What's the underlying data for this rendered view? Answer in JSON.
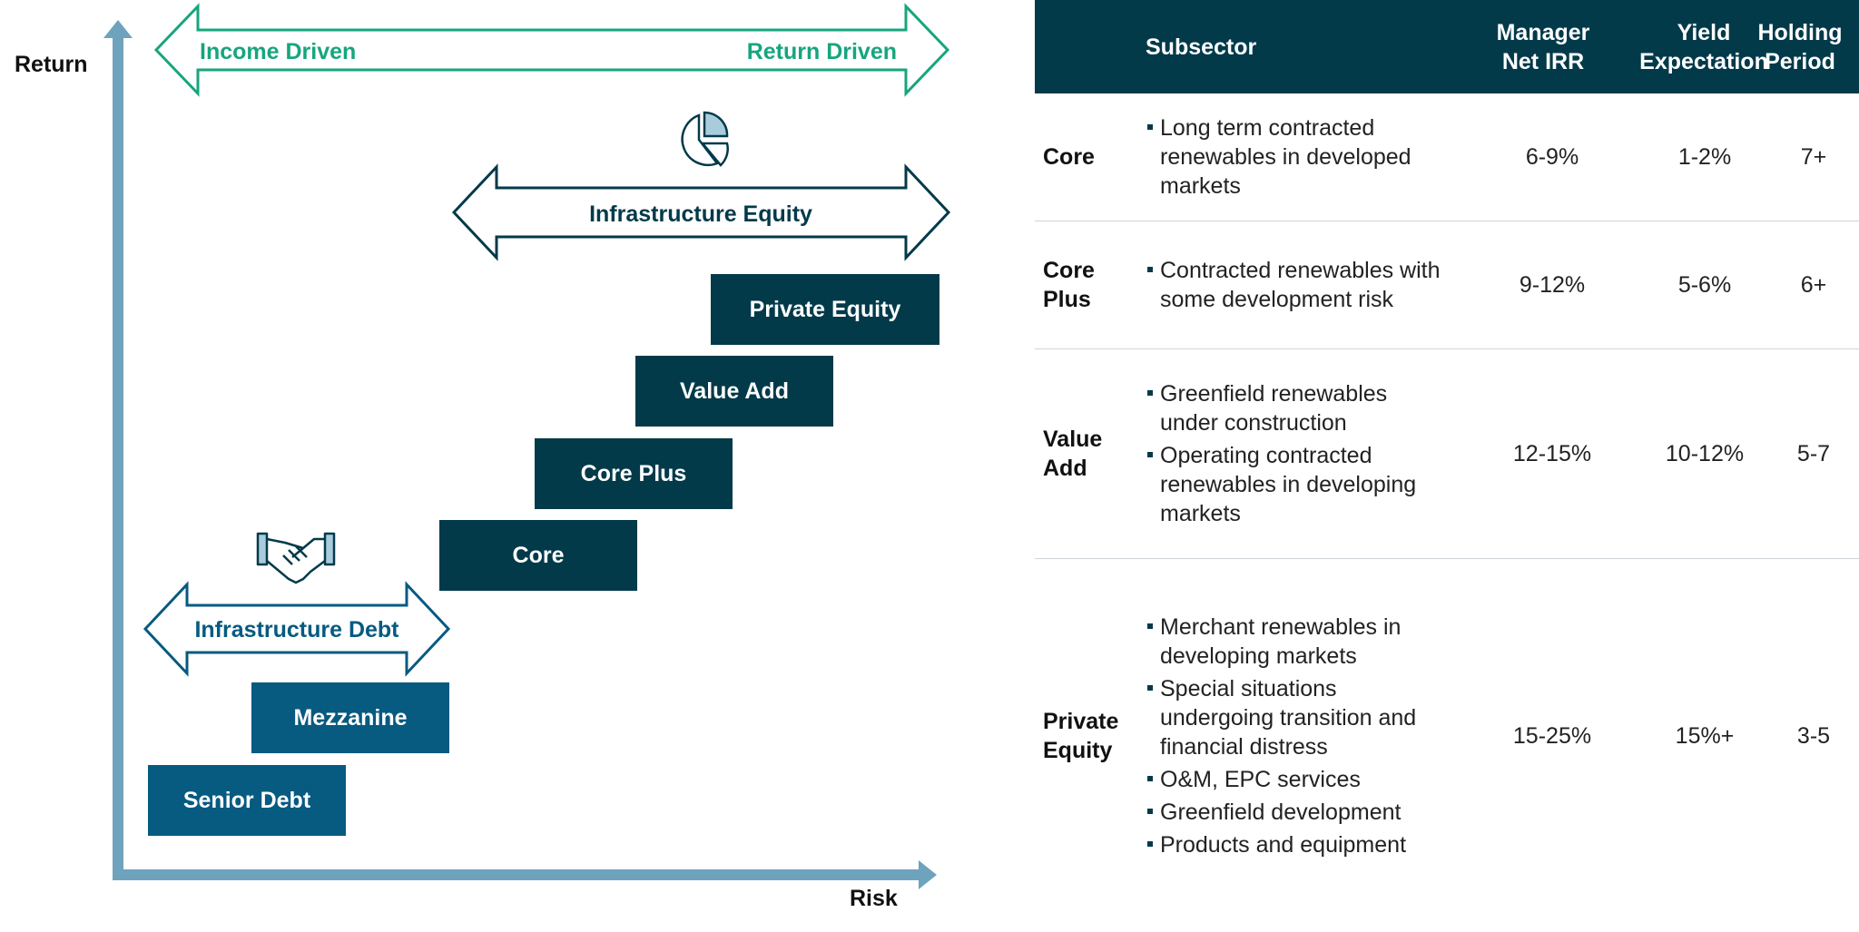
{
  "diagram": {
    "axes": {
      "y_label": "Return",
      "x_label": "Risk"
    },
    "spectrum": {
      "left_label": "Income Driven",
      "right_label": "Return Driven"
    },
    "equity_arrow": {
      "label": "Infrastructure Equity",
      "icon": "pie-chart-icon"
    },
    "debt_arrow": {
      "label": "Infrastructure Debt",
      "icon": "handshake-icon"
    },
    "steps": [
      {
        "label": "Private Equity"
      },
      {
        "label": "Value Add"
      },
      {
        "label": "Core Plus"
      },
      {
        "label": "Core"
      },
      {
        "label": "Mezzanine"
      },
      {
        "label": "Senior Debt"
      }
    ],
    "colors": {
      "dark": "#023a4a",
      "blue": "#075a80",
      "green": "#17a57e",
      "axis": "#6fa3bd"
    }
  },
  "table": {
    "headers": {
      "subsector": "Subsector",
      "irr_line1": "Manager",
      "irr_line2": "Net IRR",
      "yield_line1": "Yield",
      "yield_line2": "Expectation",
      "holding_line1": "Holding",
      "holding_line2": "Period"
    },
    "rows": [
      {
        "name_line1": "Core",
        "name_line2": "",
        "bullets": [
          "Long term contracted renewables in developed markets"
        ],
        "irr": "6-9%",
        "yield": "1-2%",
        "holding": "7+"
      },
      {
        "name_line1": "Core",
        "name_line2": "Plus",
        "bullets": [
          "Contracted renewables with some development risk"
        ],
        "irr": "9-12%",
        "yield": "5-6%",
        "holding": "6+"
      },
      {
        "name_line1": "Value",
        "name_line2": "Add",
        "bullets": [
          "Greenfield renewables under construction",
          "Operating contracted renewables in developing markets"
        ],
        "irr": "12-15%",
        "yield": "10-12%",
        "holding": "5-7"
      },
      {
        "name_line1": "Private",
        "name_line2": "Equity",
        "bullets": [
          "Merchant renewables in developing markets",
          "Special situations undergoing transition and financial distress",
          "O&M, EPC services",
          "Greenfield development",
          "Products and equipment"
        ],
        "irr": "15-25%",
        "yield": "15%+",
        "holding": "3-5"
      }
    ]
  }
}
